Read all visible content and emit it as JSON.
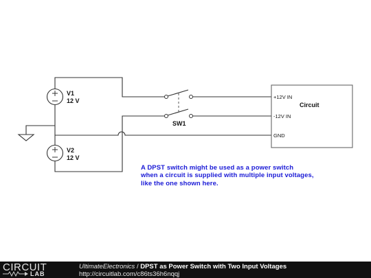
{
  "schematic": {
    "v1": {
      "name": "V1",
      "value": "12 V"
    },
    "v2": {
      "name": "V2",
      "value": "12 V"
    },
    "switch": {
      "name": "SW1"
    },
    "circuit_block": {
      "title": "Circuit",
      "pins": [
        "+12V IN",
        "-12V IN",
        "GND"
      ]
    },
    "wire_color": "#333333",
    "block_color": "#666666"
  },
  "note": {
    "lines": [
      "A DPST switch might be used as a power switch",
      "when a circuit is supplied with multiple input voltages,",
      "like the one shown here."
    ],
    "color": "#1a1ad6"
  },
  "footer": {
    "logo_top": "CIRCUIT",
    "logo_bottom": "LAB",
    "author": "UltimateElectronics",
    "separator": " / ",
    "title": "DPST as Power Switch with Two Input Voltages",
    "url": "http://circuitlab.com/c86ts36h6nqqj"
  }
}
